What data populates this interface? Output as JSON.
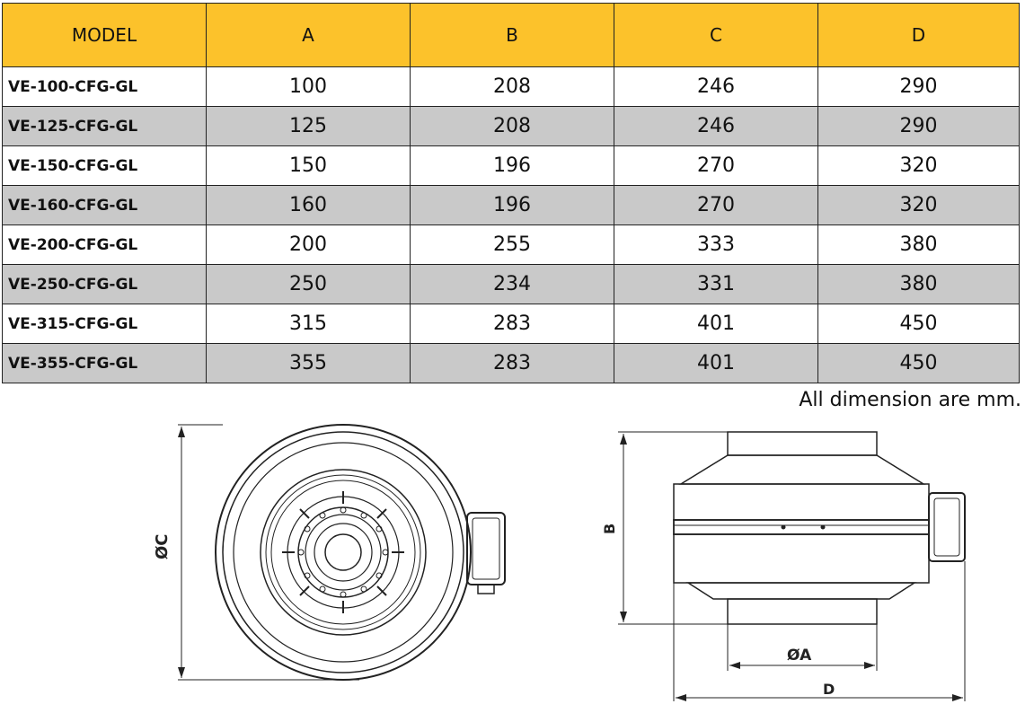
{
  "table": {
    "headers": [
      "MODEL",
      "A",
      "B",
      "C",
      "D"
    ],
    "rows": [
      [
        "VE-100-CFG-GL",
        "100",
        "208",
        "246",
        "290"
      ],
      [
        "VE-125-CFG-GL",
        "125",
        "208",
        "246",
        "290"
      ],
      [
        "VE-150-CFG-GL",
        "150",
        "196",
        "270",
        "320"
      ],
      [
        "VE-160-CFG-GL",
        "160",
        "196",
        "270",
        "320"
      ],
      [
        "VE-200-CFG-GL",
        "200",
        "255",
        "333",
        "380"
      ],
      [
        "VE-250-CFG-GL",
        "250",
        "234",
        "331",
        "380"
      ],
      [
        "VE-315-CFG-GL",
        "315",
        "283",
        "401",
        "450"
      ],
      [
        "VE-355-CFG-GL",
        "355",
        "283",
        "401",
        "450"
      ]
    ]
  },
  "note": "All dimension are mm.",
  "front_view": {
    "dim_label": "ØC"
  },
  "side_view": {
    "height_label": "B",
    "inlet_label": "ØA",
    "width_label": "D"
  },
  "colors": {
    "header_fill": "#fcc22b",
    "alt_row_fill": "#c9c9c9"
  }
}
